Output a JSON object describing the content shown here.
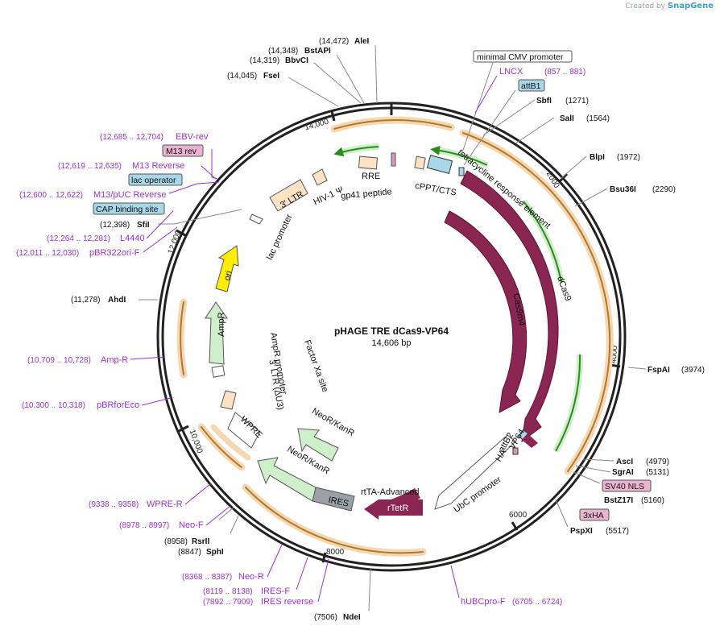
{
  "watermark": {
    "prefix": "Created by",
    "brand": "SnapGene"
  },
  "title": "pHAGE TRE dCas9-VP64",
  "subtitle": "14,606 bp",
  "colors": {
    "backbone": "#222222",
    "feature_magenta": "#8b2552",
    "orange_arrow": "#e8b84a",
    "green_arrow": "#2f8a1d",
    "primer": "#9b30d9",
    "ltr": "#fde3c4",
    "ampr": "#cfeeca",
    "ori": "#ffee00",
    "ires": "#9aa0a6",
    "label_box_teal": "#a8d8e8",
    "label_box_pink": "#e8b4d0"
  },
  "scale_marks": [
    "2000",
    "4000",
    "6000",
    "8000",
    "10,000",
    "12,000",
    "14,000"
  ],
  "sites": [
    {
      "pos": "(14,472)",
      "name": "AleI"
    },
    {
      "pos": "(14,348)",
      "name": "BstAPI"
    },
    {
      "pos": "(14,319)",
      "name": "BbvCI"
    },
    {
      "pos": "(14,045)",
      "name": "FseI"
    },
    {
      "pos": "(12,398)",
      "name": "SfiI"
    },
    {
      "pos": "(11,278)",
      "name": "AhdI"
    },
    {
      "pos": "(8958)",
      "name": "RsrII"
    },
    {
      "pos": "(8847)",
      "name": "SphI"
    },
    {
      "pos": "(7506)",
      "name": "NdeI"
    },
    {
      "pos": "(1271)",
      "name": "SbfI"
    },
    {
      "pos": "(1564)",
      "name": "SalI"
    },
    {
      "pos": "(1972)",
      "name": "BlpI"
    },
    {
      "pos": "(2290)",
      "name": "Bsu36I"
    },
    {
      "pos": "(3974)",
      "name": "FspAI"
    },
    {
      "pos": "(4979)",
      "name": "AscI"
    },
    {
      "pos": "(5131)",
      "name": "SgrAI"
    },
    {
      "pos": "(5160)",
      "name": "BstZ17I"
    },
    {
      "pos": "(5517)",
      "name": "PspXI"
    }
  ],
  "primers": [
    {
      "range": "(12,685 .. 12,704)",
      "name": "EBV-rev"
    },
    {
      "range": "(12,619 .. 12,635)",
      "name": "M13 Reverse"
    },
    {
      "range": "(12,600 .. 12,622)",
      "name": "M13/pUC Reverse"
    },
    {
      "range": "(12,264 .. 12,281)",
      "name": "L4440"
    },
    {
      "range": "(12,011 .. 12,030)",
      "name": "pBR322ori-F"
    },
    {
      "range": "(10,709 .. 10,728)",
      "name": "Amp-R"
    },
    {
      "range": "(10,300 .. 10,318)",
      "name": "pBRforEco"
    },
    {
      "range": "(9338 .. 9358)",
      "name": "WPRE-R"
    },
    {
      "range": "(8978 .. 8997)",
      "name": "Neo-F"
    },
    {
      "range": "(8368 .. 8387)",
      "name": "Neo-R"
    },
    {
      "range": "(8119 .. 8138)",
      "name": "IRES-F"
    },
    {
      "range": "(7892 .. 7909)",
      "name": "IRES reverse"
    },
    {
      "range": "(6705 .. 6724)",
      "name": "hUBCpro-F"
    },
    {
      "range": "(857 .. 881)",
      "name": "LNCX"
    }
  ],
  "boxed_labels": {
    "m13rev": "M13 rev",
    "lac_operator": "lac operator",
    "cap_site": "CAP binding site",
    "min_cmv": "minimal CMV promoter",
    "attB1": "attB1",
    "sv40": "SV40 NLS",
    "ha3x": "3xHA"
  },
  "features": {
    "ltr3": "3' LTR",
    "hiv_psi": "HIV-1 Ψ",
    "rre": "RRE",
    "gp41": "gp41 peptide",
    "cppt": "cPPT/CTS",
    "tre": "tetracycline response element",
    "dcas9": "dCas9",
    "cas9m4": "Cas9m4",
    "attB2": "attB2",
    "ha": "HA",
    "vp64": "VP64",
    "ubc": "UbC promoter",
    "rtta": "rtTA-Advanced",
    "rtetr": "rTetR",
    "ires": "IRES",
    "neor1": "NeoR/KanR",
    "neor2": "NeoR/KanR",
    "wpre": "WPRE",
    "ltr3_au3": "3' LTR (ΔU3)",
    "factor_xa": "Factor Xa site",
    "ampr_prom": "AmpR promoter",
    "ampr": "AmpR",
    "ori": "ori",
    "lac_prom": "lac promoter"
  }
}
